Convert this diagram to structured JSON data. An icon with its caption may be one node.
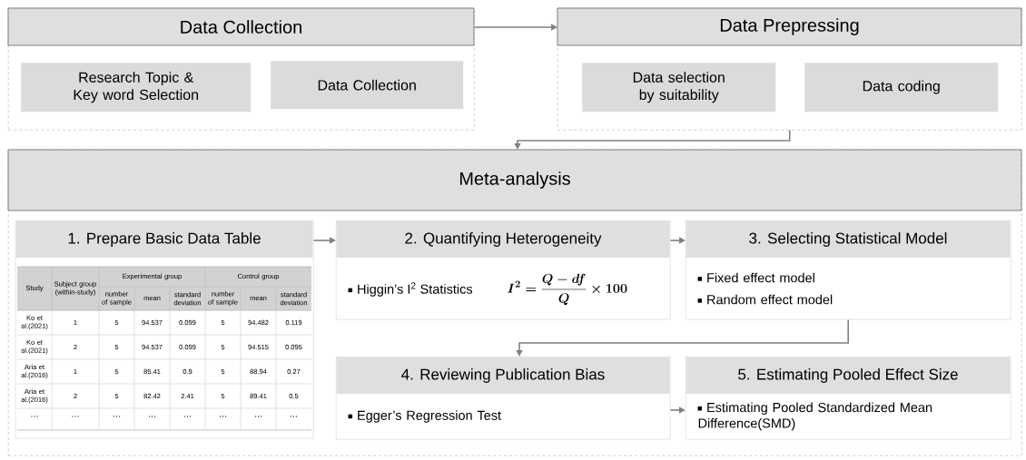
{
  "diagram": {
    "nodes": [
      {
        "text": [
          "Data Collection"
        ]
      },
      {
        "text": [
          "Research Topic & Key word Selection"
        ],
        "in": 0
      },
      {
        "text": [
          "Data Collection"
        ],
        "in": 0
      },
      {
        "text": [
          "Data Prepressing"
        ]
      },
      {
        "text": [
          "Data selection by suitability"
        ],
        "in": 3
      },
      {
        "text": [
          "Data coding"
        ],
        "in": 3
      },
      {
        "text": [
          "Meta-analysis"
        ]
      },
      {
        "text": [
          "1. Prepare Basic Data Table"
        ],
        "in": 6
      },
      {
        "text": [
          "2. Quantifying Heterogeneity",
          "Higgin’s I$^{2}$ Statistics",
          "I^{2} = \\frac{Q - df}{Q} \\times 100"
        ],
        "in": 6
      },
      {
        "text": [
          "3. Selecting Statistical Model",
          "Fixed effect model",
          "Random effect model"
        ],
        "in": 6
      },
      {
        "text": [
          "4. Reviewing Publication Bias",
          "Egger’s Regression Test"
        ],
        "in": 6
      },
      {
        "text": [
          "5. Estimating Pooled Effect Size",
          "Estimating Pooled Standardized Mean Difference(SMD)"
        ],
        "in": 6
      }
    ],
    "edges": [
      {
        "from": 0,
        "to": 3,
        "arrow": "to"
      },
      {
        "from": 3,
        "to": 6,
        "arrow": "to"
      },
      {
        "from": 7,
        "to": 8,
        "arrow": "to"
      },
      {
        "from": 8,
        "to": 9,
        "arrow": "to"
      },
      {
        "from": 9,
        "to": 10,
        "arrow": "to"
      },
      {
        "from": 10,
        "to": 11,
        "arrow": "to"
      }
    ],
    "labels": [
      "Study",
      "Subject group (within-study)",
      "Experimental group",
      "Control group",
      "number of sample",
      "mean",
      "standard deviation",
      "number of sample",
      "mean",
      "standard deviation",
      "Ko et al.(2021)",
      "1",
      "5",
      "94.537",
      "0.099",
      "5",
      "94.482",
      "0.119",
      "Ko et al.(2021)",
      "2",
      "5",
      "94.537",
      "0.099",
      "5",
      "94.515",
      "0.095",
      "Aria et al.(2016)",
      "1",
      "5",
      "85.41",
      "0.9",
      "5",
      "88.94",
      "0.27",
      "Aria et al.(2016)",
      "2",
      "5",
      "82.42",
      "2.41",
      "5",
      "89.41",
      "0.5",
      "...",
      "...",
      "...",
      "...",
      "...",
      "...",
      "...",
      "..."
    ]
  }
}
